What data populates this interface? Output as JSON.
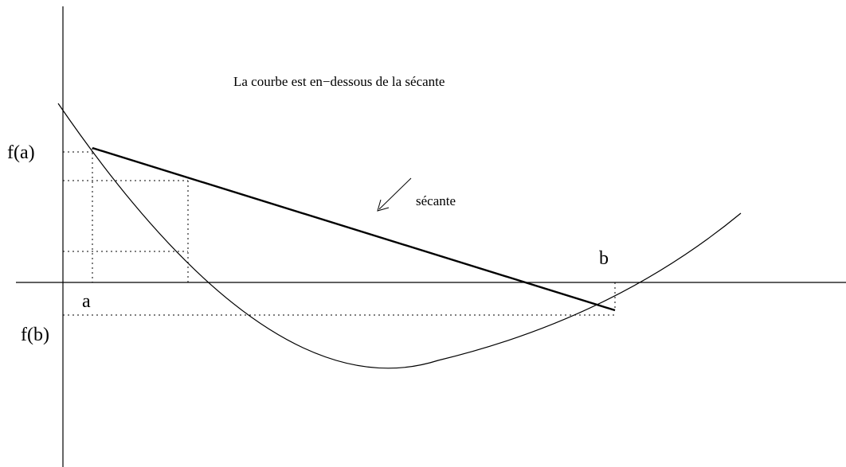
{
  "caption": "La courbe est en−dessous de la sécante",
  "secant_label": "sécante",
  "point_labels": {
    "fa": "f(a)",
    "fb": "f(b)",
    "a": "a",
    "b": "b"
  },
  "colors": {
    "ink": "#000000",
    "background": "#ffffff"
  }
}
